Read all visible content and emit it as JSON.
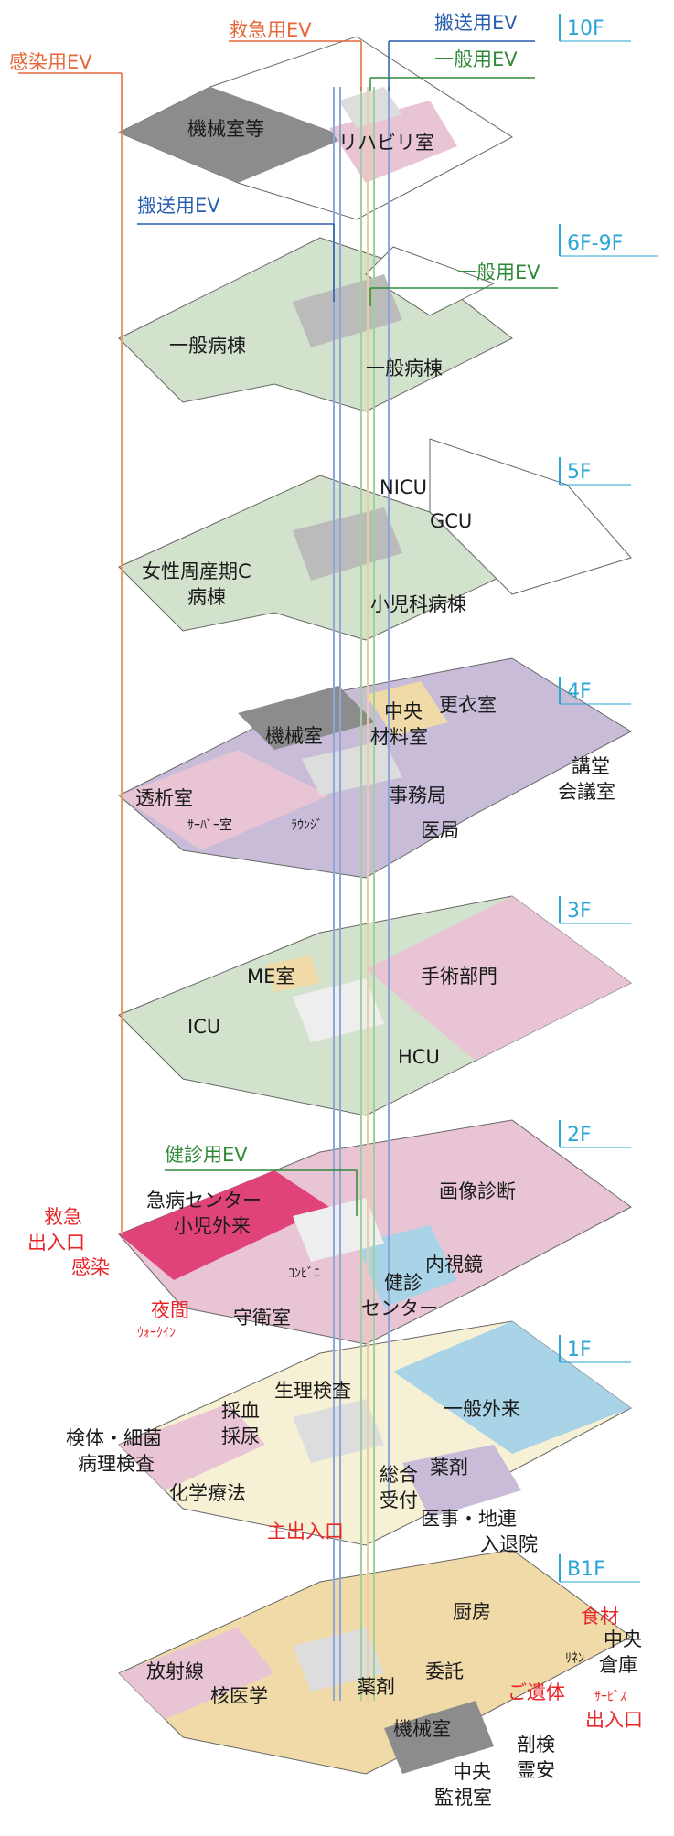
{
  "colors": {
    "ward_green": "#d3e2cc",
    "pink": "#e8c4d4",
    "lavender": "#c8bcd9",
    "light_blue": "#a9d3e6",
    "hot_pink": "#e0427a",
    "tan": "#f0dba8",
    "cream": "#f6f0d4",
    "machine_gray": "#8c8c8c",
    "corridor": "#eeeeee",
    "floor_tag": "#2aa6d6",
    "infection_ev": "#e3683a",
    "emergency_ev": "#e3683a",
    "transport_ev": "#2a5fae",
    "general_ev": "#2f8a3a",
    "alert_red": "#e8262a"
  },
  "legend": {
    "infection_ev": "感染用EV",
    "emergency_ev": "救急用EV",
    "transport_ev": "搬送用EV",
    "general_ev": "一般用EV",
    "transport_ev_6f": "搬送用EV",
    "general_ev_6f": "一般用EV",
    "checkup_ev": "健診用EV"
  },
  "floors": {
    "f10": {
      "tag": "10F",
      "rooms": {
        "machine": "機械室等",
        "rehab": "リハビリ室"
      }
    },
    "f69": {
      "tag": "6F-9F",
      "rooms": {
        "ward_left": "一般病棟",
        "ward_right": "一般病棟"
      }
    },
    "f5": {
      "tag": "5F",
      "rooms": {
        "nicu": "NICU",
        "gcu": "GCU",
        "womens_1": "女性周産期C",
        "womens_2": "病棟",
        "pediatric": "小児科病棟"
      }
    },
    "f4": {
      "tag": "4F",
      "rooms": {
        "machine": "機械室",
        "central_1": "中央",
        "central_2": "材料室",
        "locker": "更衣室",
        "hall_1": "講堂",
        "hall_2": "会議室",
        "dialysis": "透析室",
        "server": "ｻｰﾊﾞｰ室",
        "lounge": "ﾗｳﾝｼﾞ",
        "office": "事務局",
        "medical": "医局"
      }
    },
    "f3": {
      "tag": "3F",
      "rooms": {
        "me": "ME室",
        "surgery": "手術部門",
        "icu": "ICU",
        "hcu": "HCU"
      }
    },
    "f2": {
      "tag": "2F",
      "rooms": {
        "imaging": "画像診断",
        "er_1": "急病センター",
        "er_2": "小児外来",
        "conbini": "ｺﾝﾋﾞﾆ",
        "endoscopy": "内視鏡",
        "checkup_1": "健診",
        "checkup_2": "センター",
        "guard": "守衛室"
      },
      "entrances": {
        "er_1": "救急",
        "er_2": "出入口",
        "infection": "感染",
        "night_1": "夜間",
        "night_2": "ｳｫｰｸｲﾝ"
      }
    },
    "f1": {
      "tag": "1F",
      "rooms": {
        "physio": "生理検査",
        "blood": "採血",
        "urine": "採尿",
        "general": "一般外来",
        "specimen_1": "検体・細菌",
        "specimen_2": "病理検査",
        "chemo": "化学療法",
        "pharmacy": "薬剤",
        "reception_1": "総合",
        "reception_2": "受付",
        "medaff_1": "医事・地連",
        "medaff_2": "入退院"
      },
      "entrances": {
        "main": "主出入口"
      }
    },
    "b1": {
      "tag": "B1F",
      "rooms": {
        "kitchen": "厨房",
        "radiology": "放射線",
        "nuclear": "核医学",
        "pharmacy": "薬剤",
        "outsource": "委託",
        "linen": "ﾘﾈﾝ",
        "central_1": "中央",
        "central_2": "倉庫",
        "machine": "機械室",
        "monitor_1": "中央",
        "monitor_2": "監視室",
        "autopsy_1": "剖検",
        "autopsy_2": "霊安"
      },
      "entrances": {
        "food": "食材",
        "remains": "ご遺体",
        "service_1": "ｻｰﾋﾞｽ",
        "service_2": "出入口"
      }
    }
  }
}
